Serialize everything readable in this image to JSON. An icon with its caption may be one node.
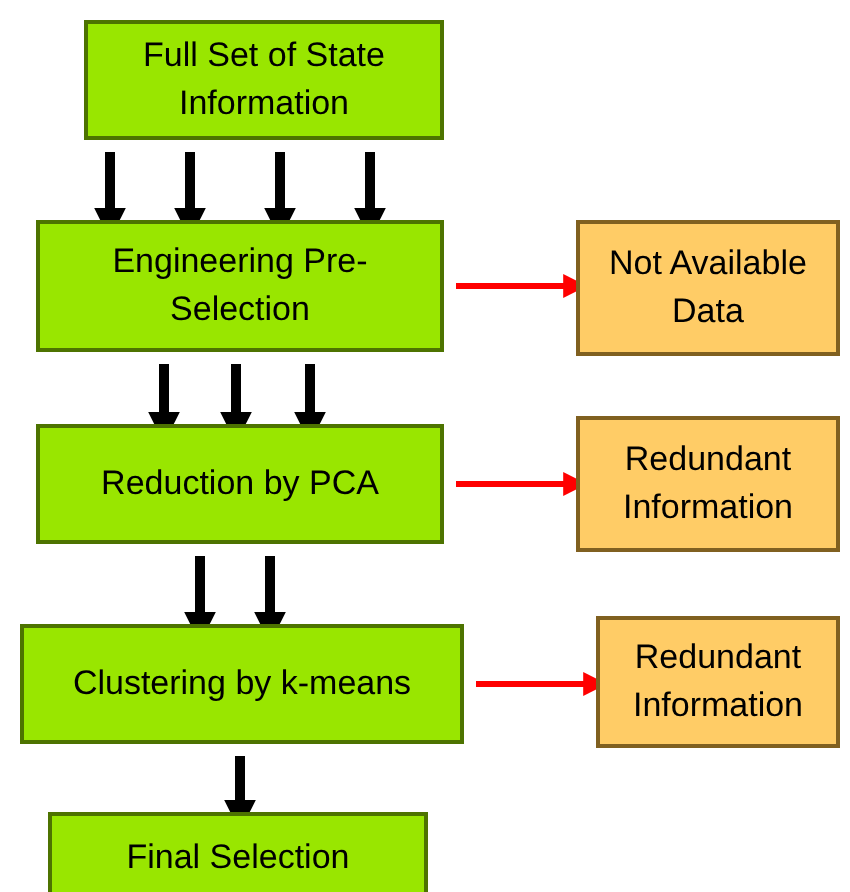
{
  "diagram": {
    "nodes": [
      {
        "text": [
          "Full Set of State Information"
        ]
      },
      {
        "text": [
          "Engineering Pre-Selection"
        ]
      },
      {
        "text": [
          "Not Available Data"
        ]
      },
      {
        "text": [
          "Reduction by PCA"
        ]
      },
      {
        "text": [
          "Redundant Information"
        ]
      },
      {
        "text": [
          "Clustering by k-means"
        ]
      },
      {
        "text": [
          "Redundant Information"
        ]
      },
      {
        "text": [
          "Final Selection"
        ]
      }
    ],
    "edges": [
      {
        "from": 0,
        "to": 1,
        "arrow": "to"
      },
      {
        "from": 0,
        "to": 1,
        "arrow": "to"
      },
      {
        "from": 0,
        "to": 1,
        "arrow": "to"
      },
      {
        "from": 0,
        "to": 1,
        "arrow": "to"
      },
      {
        "from": 1,
        "to": 2,
        "arrow": "to",
        "color": "#ff0000"
      },
      {
        "from": 1,
        "to": 3,
        "arrow": "to"
      },
      {
        "from": 1,
        "to": 3,
        "arrow": "to"
      },
      {
        "from": 1,
        "to": 3,
        "arrow": "to"
      },
      {
        "from": 3,
        "to": 4,
        "arrow": "to",
        "color": "#ff0000"
      },
      {
        "from": 3,
        "to": 5,
        "arrow": "to"
      },
      {
        "from": 3,
        "to": 5,
        "arrow": "to"
      },
      {
        "from": 5,
        "to": 6,
        "arrow": "to",
        "color": "#ff0000"
      },
      {
        "from": 5,
        "to": 7,
        "arrow": "to"
      }
    ]
  }
}
